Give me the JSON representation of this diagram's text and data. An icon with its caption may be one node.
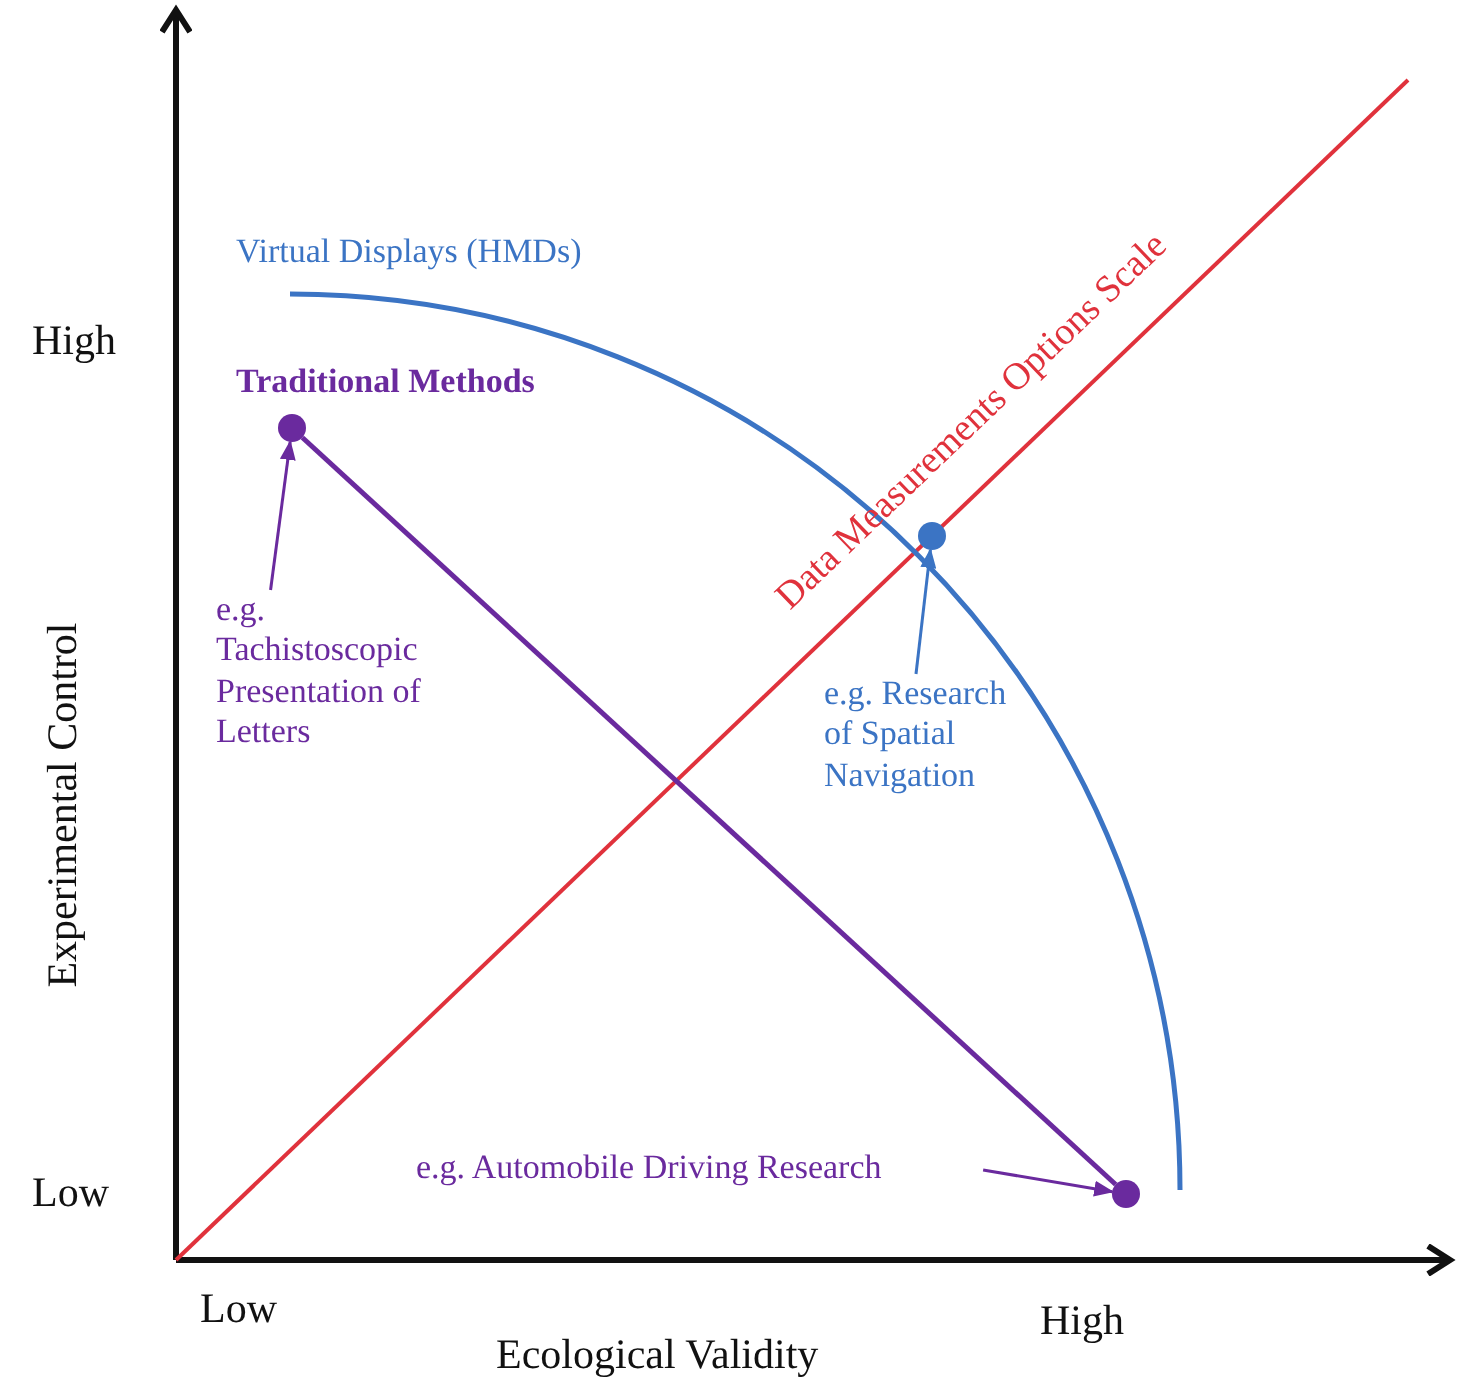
{
  "diagram": {
    "nodes": [
      {
        "text": [],
        "shape": "circle",
        "beside": [
          "Traditional Methods"
        ]
      },
      {
        "text": [],
        "shape": "circle"
      },
      {
        "text": [],
        "shape": "circle"
      },
      {
        "text": [
          "e.g. Tachistoscopic Presentation of Letters"
        ]
      },
      {
        "text": [
          "e.g. Research of Spatial Navigation"
        ]
      },
      {
        "text": [
          "e.g. Automobile Driving Research"
        ]
      }
    ],
    "edges": [
      {
        "from": 0,
        "to": 1,
        "arrow": "none"
      },
      {
        "from": 3,
        "to": 0,
        "arrow": "to"
      },
      {
        "from": 4,
        "to": 2,
        "arrow": "to",
        "color": "#3b74c4"
      },
      {
        "from": 5,
        "to": 1,
        "arrow": "to"
      }
    ],
    "labels": [
      "Virtual Displays (HMDs)",
      "Data Measurements Options Scale",
      "High",
      "Low",
      "Experimental Control",
      "Low",
      "High",
      "Ecological Validity"
    ]
  }
}
